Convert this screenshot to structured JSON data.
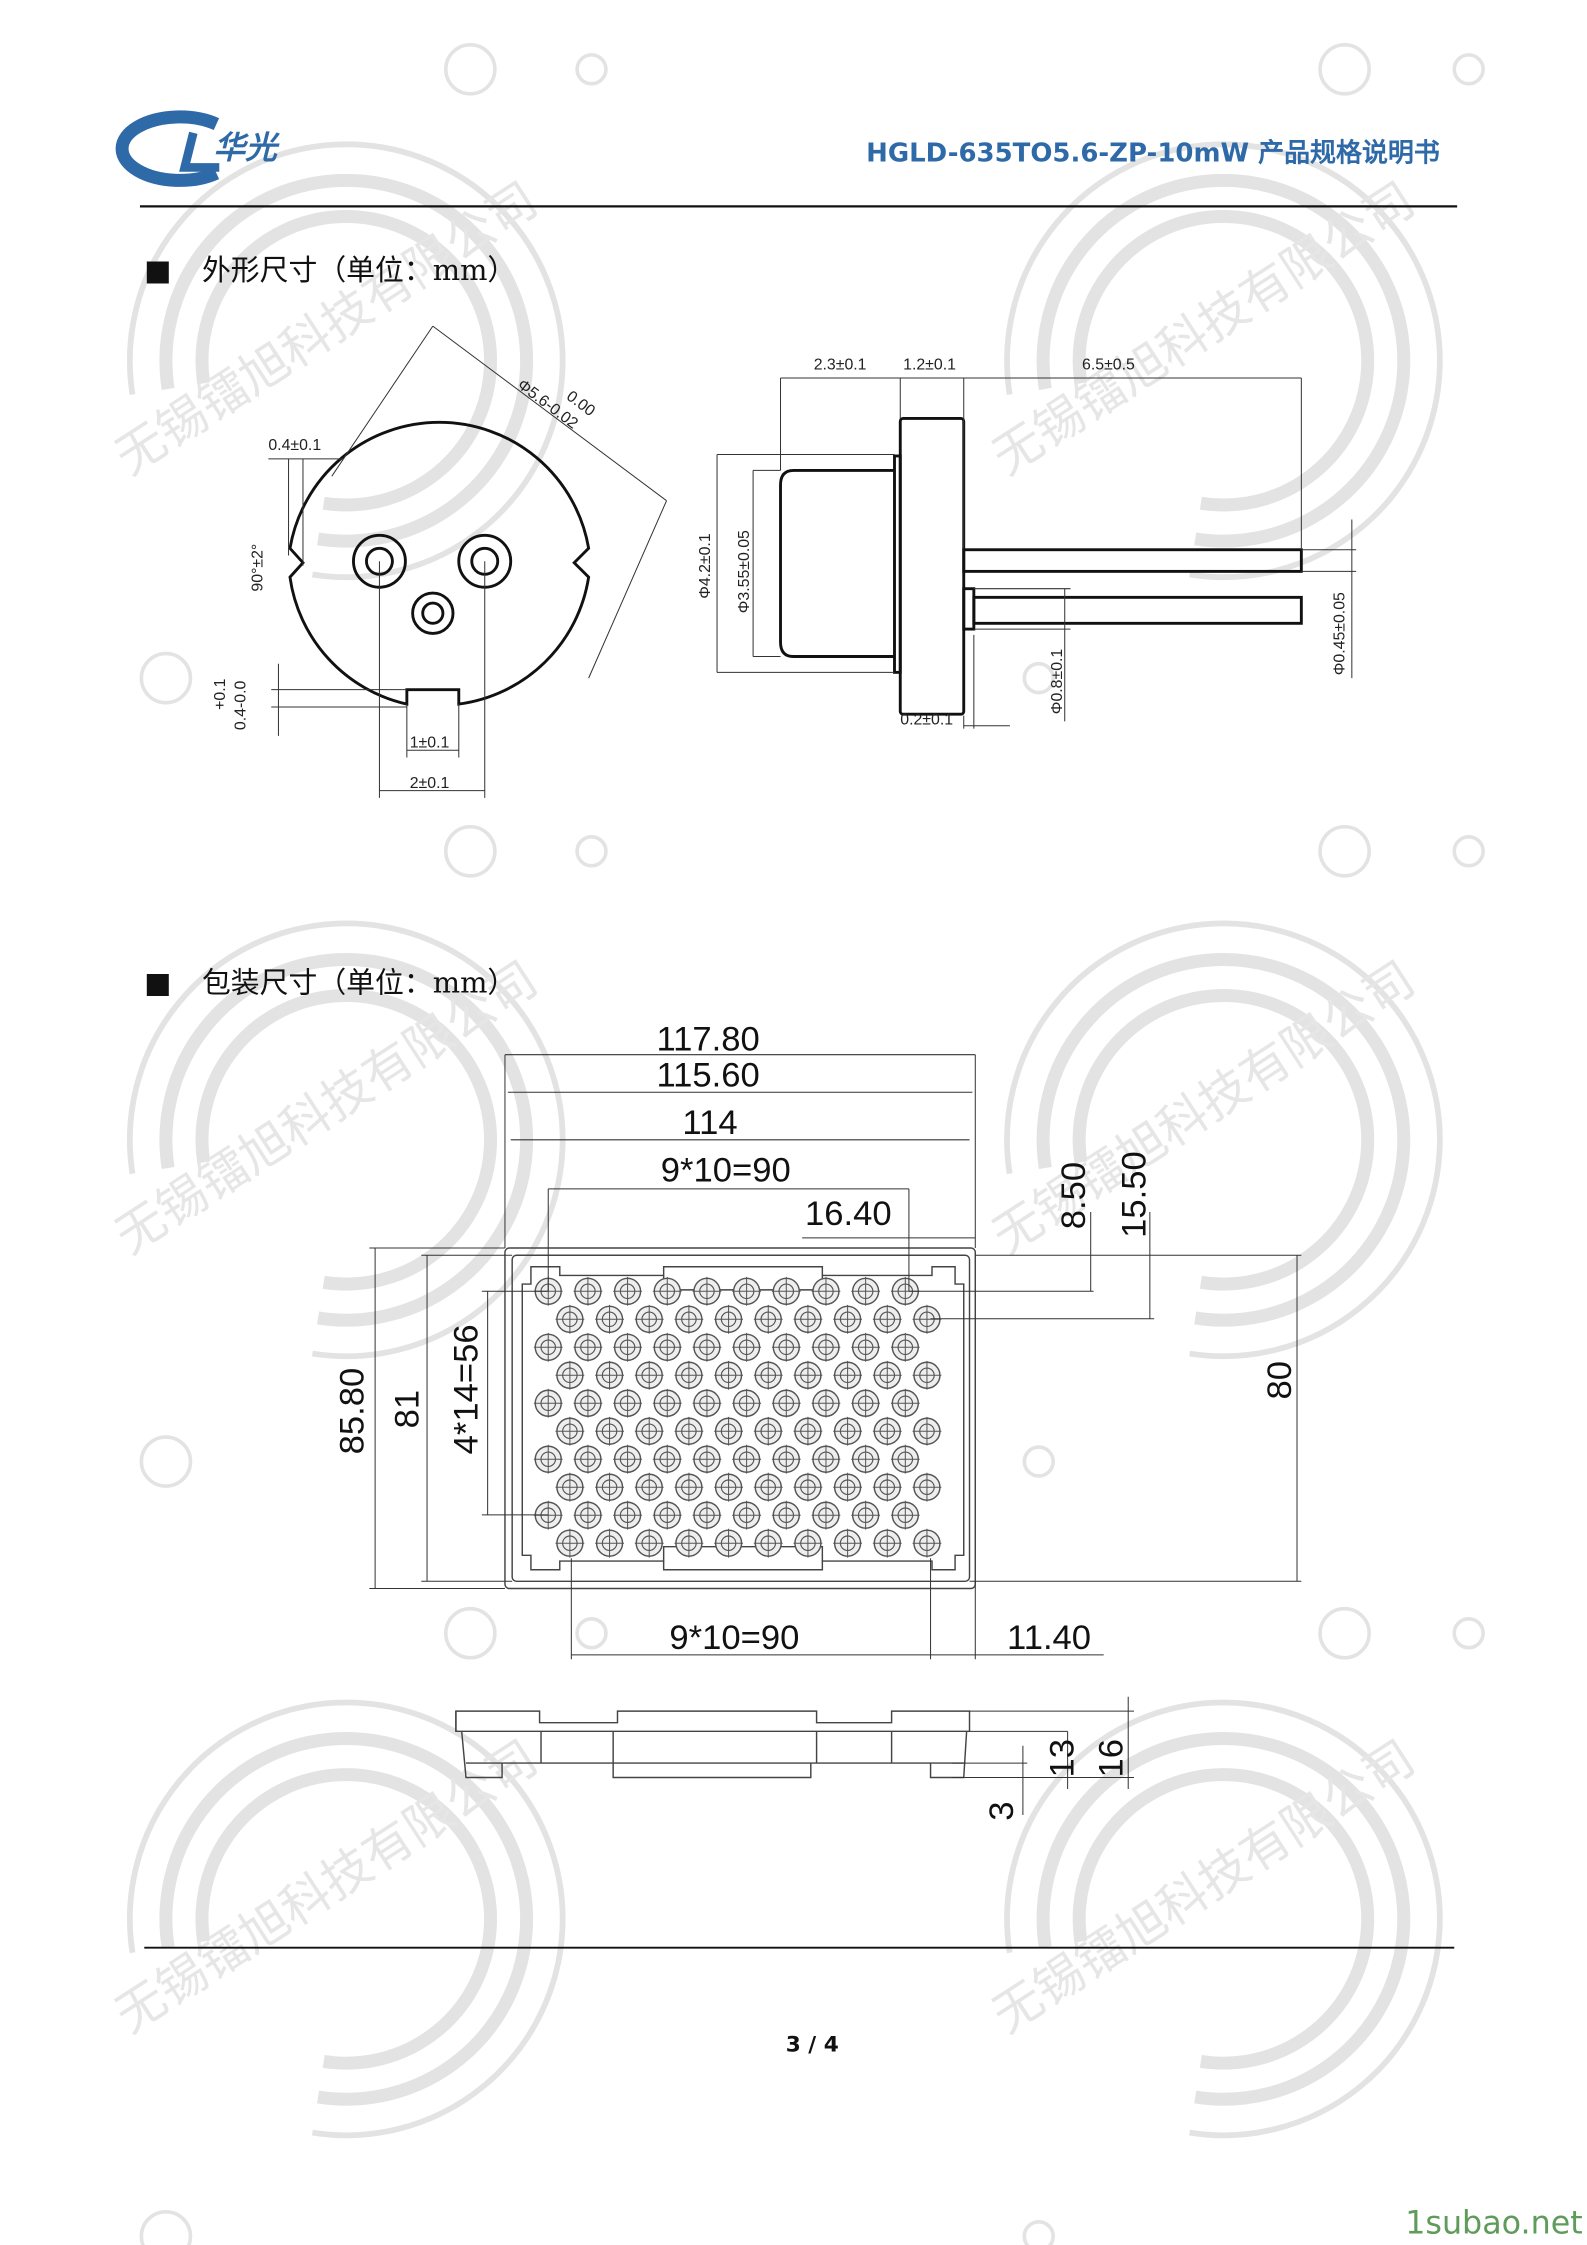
{
  "header": {
    "logo_text": "华光",
    "title": "HGLD-635TO5.6-ZP-10mW 产品规格说明书",
    "title_color": "#2f6aa8"
  },
  "section_outline": {
    "bullet": "■",
    "heading": "外形尺寸（单位：mm）",
    "front_view": {
      "notch_width": "0.4±0.1",
      "diameter": "Φ5.6-0.02",
      "diameter_upper_tol": "0.00",
      "notch_angle": "90°±2°",
      "tab_depth_tol": "+0.1",
      "tab_depth": "0.4-0.0",
      "tab_width": "1±0.1",
      "pin_spacing": "2±0.1"
    },
    "side_view": {
      "cap_length": "2.3±0.1",
      "flange_thickness": "1.2±0.1",
      "pin_length": "6.5±0.5",
      "flange_diameter": "Φ4.2±0.1",
      "cap_diameter": "Φ3.55±0.05",
      "pin_base_diameter": "Φ0.8±0.1",
      "pin_diameter": "Φ0.45±0.05",
      "pin_base_length": "0.2±0.1"
    }
  },
  "section_package": {
    "bullet": "■",
    "heading": "包装尺寸（单位：mm）",
    "tray_top": {
      "overall_width": "117.80",
      "outer_width": "115.60",
      "inner_width": "114",
      "pitch_x_top": "9*10=90",
      "offset_right": "16.40",
      "offset_row1": "8.50",
      "offset_row2": "15.50",
      "overall_height": "85.80",
      "outer_height": "81",
      "pitch_y": "4*14=56",
      "inner_height": "80",
      "pitch_x_bottom": "9*10=90",
      "offset_bottom_right": "11.40",
      "rows": 10,
      "cols": 10
    },
    "tray_side": {
      "foot_height": "3",
      "body_height": "13",
      "total_height": "16"
    }
  },
  "footer": {
    "page": "3 / 4",
    "site": "1subao.net",
    "site_color": "#5f9b5a"
  },
  "watermark": {
    "text": "无锡镭旭科技有限公司"
  }
}
